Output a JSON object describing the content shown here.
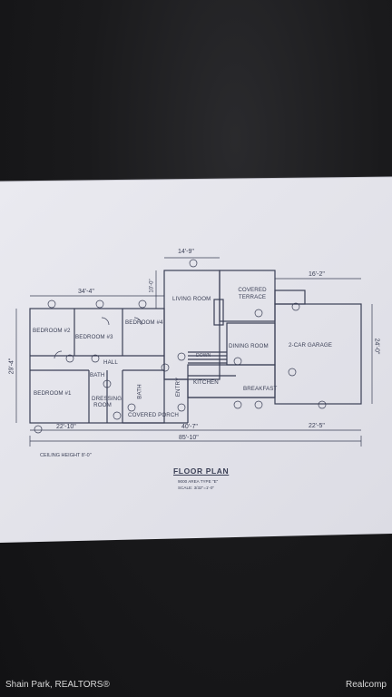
{
  "plan": {
    "rooms": {
      "bedroom2": "BEDROOM",
      "bedroom2_num": "#2",
      "bedroom3": "BEDROOM",
      "bedroom3_num": "#3",
      "bedroom4": "BEDROOM",
      "bedroom4_num": "#4",
      "bedroom1": "BEDROOM",
      "bedroom1_num": "#1",
      "living": "LIVING ROOM",
      "terrace": "COVERED TERRACE",
      "dining": "DINING ROOM",
      "garage": "2-CAR GARAGE",
      "hall": "HALL",
      "bath1": "BATH",
      "bath2": "BATH",
      "dressing": "DRESSING ROOM",
      "kitchen": "KITCHEN",
      "entry": "ENTRY",
      "breakfast": "BREAKFAST",
      "porch": "COVERED PORCH",
      "down": "DOWN"
    },
    "dims": {
      "top_living": "14'-9\"",
      "top_left": "34'-4\"",
      "top_garage": "16'-2\"",
      "right_garage": "24'-0\"",
      "left_side": "29'-4\"",
      "living_side": "10'-0\"",
      "bottom_left": "22'-10\"",
      "bottom_mid": "40'-7\"",
      "bottom_right": "22'-5\"",
      "total": "85'-10\""
    },
    "ceiling": "CEILING HEIGHT 8'-0\"",
    "title": "FLOOR PLAN",
    "sub1": "9000 AREA TYPE \"E\"",
    "sub2": "SCALE: 3/32\"=1'-0\""
  },
  "footer": {
    "left": "Shain Park, REALTORS®",
    "right": "Realcomp"
  }
}
